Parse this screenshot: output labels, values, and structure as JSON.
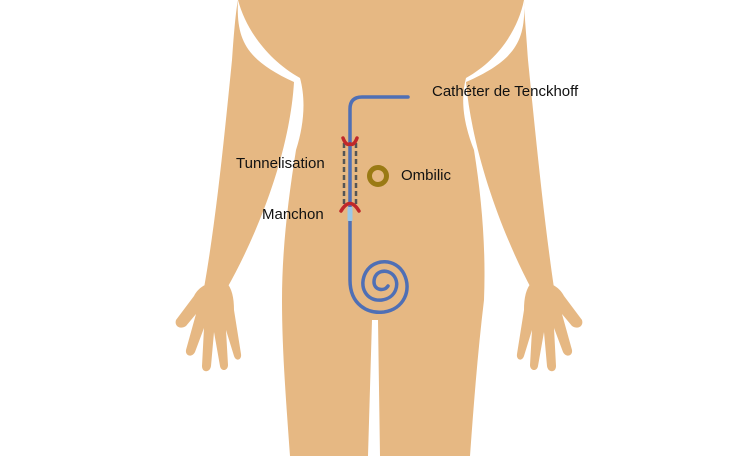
{
  "labels": {
    "catheter": "Cathéter de Tenckhoff",
    "tunnel": "Tunnelisation",
    "navel": "Ombilic",
    "cuff": "Manchon"
  },
  "colors": {
    "skin": "#E6B883",
    "catheter": "#4F6FB5",
    "cuff": "#C0282A",
    "tunnel_dash": "#555555",
    "navel": "#9A7A14",
    "catheter_tip": "#9BC8E8"
  }
}
